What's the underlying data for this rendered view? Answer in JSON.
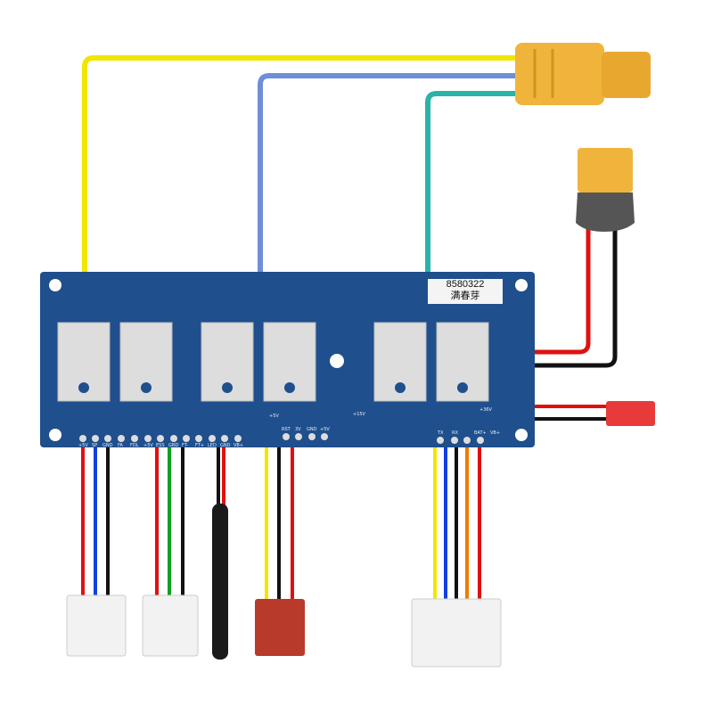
{
  "product": {
    "sticker_code": "8580322",
    "sticker_text": "满春芽",
    "silkscreen_bottom_left": [
      "+5V",
      "SP",
      "GND",
      "FA",
      "FDL",
      "+5V",
      "ESS",
      "GND",
      "FT-",
      "FT+",
      "LED",
      "GND",
      "VB+"
    ],
    "silkscreen_middle": [
      "RST",
      "3V",
      "GND",
      "+5V"
    ],
    "silkscreen_power": [
      "+5V",
      "+15V",
      "+36V"
    ],
    "silkscreen_right": [
      "TX",
      "RX",
      "BAT+",
      "VB+"
    ]
  },
  "colors": {
    "pcb": "#1f4f8c",
    "connector_xt": "#f0b43c",
    "wire_yellow": "#f2e600",
    "wire_blue": "#6e8fd8",
    "wire_teal": "#2ab3a6",
    "wire_red": "#e01010",
    "wire_black": "#111111",
    "jst_red": "#e83a3a"
  }
}
